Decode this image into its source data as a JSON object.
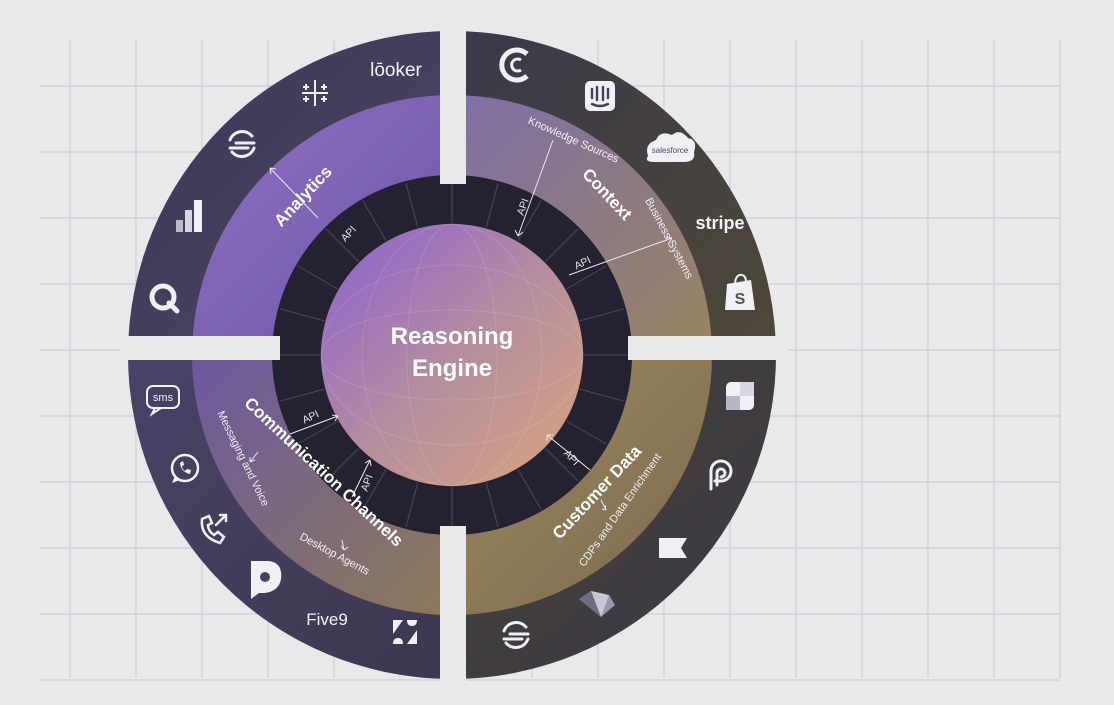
{
  "diagram": {
    "core_label_line1": "Reasoning",
    "core_label_line2": "Engine",
    "segments": {
      "analytics": {
        "title": "Analytics"
      },
      "context": {
        "title": "Context",
        "sub_1": "Knowledge Sources",
        "sub_2": "Business Systems"
      },
      "communication": {
        "title": "Communication Channels",
        "sub_1": "Messaging and Voice",
        "sub_2": "Desktop Agents"
      },
      "customer_data": {
        "title": "Customer Data",
        "sub_1": "CDPs and Data Enrichment"
      }
    },
    "api_label": "API",
    "logos": {
      "looker": "lōoker",
      "salesforce": "salesforce",
      "stripe": "stripe",
      "sms": "sms",
      "five9": "Five9"
    },
    "icons": [
      "tableau-icon",
      "segment-icon",
      "mixpanel-icon",
      "qlik-icon",
      "coda-icon",
      "intercom-icon",
      "salesforce-icon",
      "stripe-icon",
      "shopify-icon",
      "sms-icon",
      "whatsapp-icon",
      "phone-icon",
      "dialpad-icon",
      "five9-icon",
      "zendesk-icon",
      "window-icon",
      "pipedream-icon",
      "klaviyo-icon",
      "gem-icon",
      "segment-icon"
    ]
  }
}
